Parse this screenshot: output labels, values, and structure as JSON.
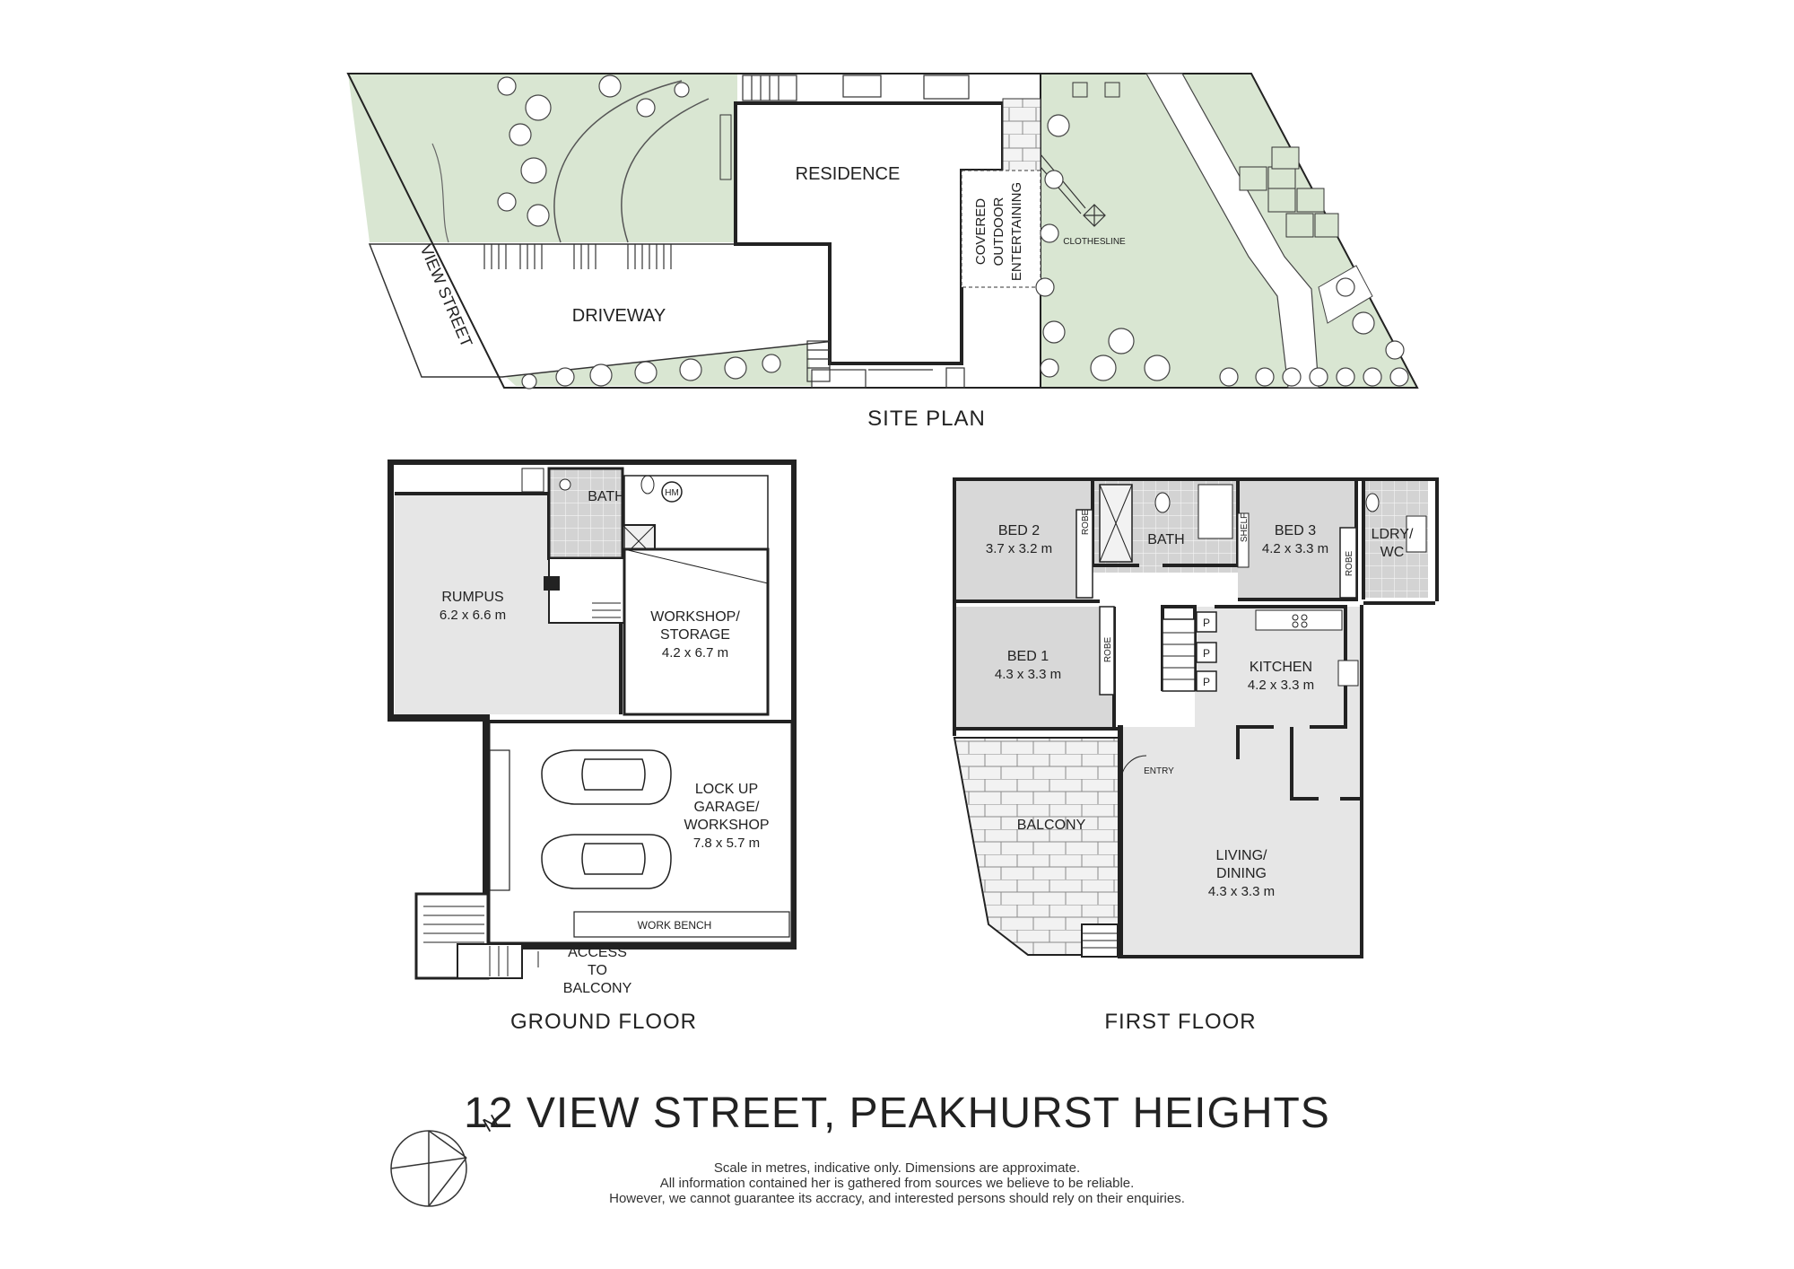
{
  "site_plan": {
    "title": "SITE PLAN",
    "residence": "RESIDENCE",
    "driveway": "DRIVEWAY",
    "street": "VIEW STREET",
    "covered_outdoor": [
      "COVERED",
      "OUTDOOR",
      "ENTERTAINING"
    ],
    "clothesline": "CLOTHESLINE"
  },
  "ground_floor": {
    "title": "GROUND FLOOR",
    "rumpus": {
      "name": "RUMPUS",
      "dim": "6.2 x 6.6 m"
    },
    "bath": "BATH",
    "hm": "HM",
    "workshop": {
      "name": [
        "WORKSHOP/",
        "STORAGE"
      ],
      "dim": "4.2 x 6.7 m"
    },
    "garage": {
      "name": [
        "LOCK UP",
        "GARAGE/",
        "WORKSHOP"
      ],
      "dim": "7.8 x 5.7 m"
    },
    "work_bench": "WORK BENCH",
    "access": [
      "ACCESS",
      "TO",
      "BALCONY"
    ]
  },
  "first_floor": {
    "title": "FIRST FLOOR",
    "bed2": {
      "name": "BED 2",
      "dim": "3.7 x 3.2 m"
    },
    "bed3": {
      "name": "BED 3",
      "dim": "4.2 x 3.3 m"
    },
    "bed1": {
      "name": "BED 1",
      "dim": "4.3 x 3.3 m"
    },
    "bath": "BATH",
    "ldry": [
      "LDRY/",
      "WC"
    ],
    "kitchen": {
      "name": "KITCHEN",
      "dim": "4.2 x 3.3 m"
    },
    "entry": "ENTRY",
    "balcony": "BALCONY",
    "living": {
      "name": [
        "LIVING/",
        "DINING"
      ],
      "dim": "4.3 x 3.3 m"
    },
    "robe": "ROBE",
    "shelf": "SHELF",
    "pantry": "P"
  },
  "address": "12 VIEW STREET, PEAKHURST HEIGHTS",
  "north_label": "N",
  "disclaimer": [
    "Scale in metres, indicative only. Dimensions are approximate.",
    "All information contained her is gathered from sources we believe to be reliable.",
    "However, we cannot guarantee its accracy, and interested persons should rely on their enquiries."
  ],
  "colors": {
    "lawn": "#d9e6d2",
    "room_fill": "#e6e6e6",
    "wall": "#222222",
    "tree": "#ffffff"
  }
}
